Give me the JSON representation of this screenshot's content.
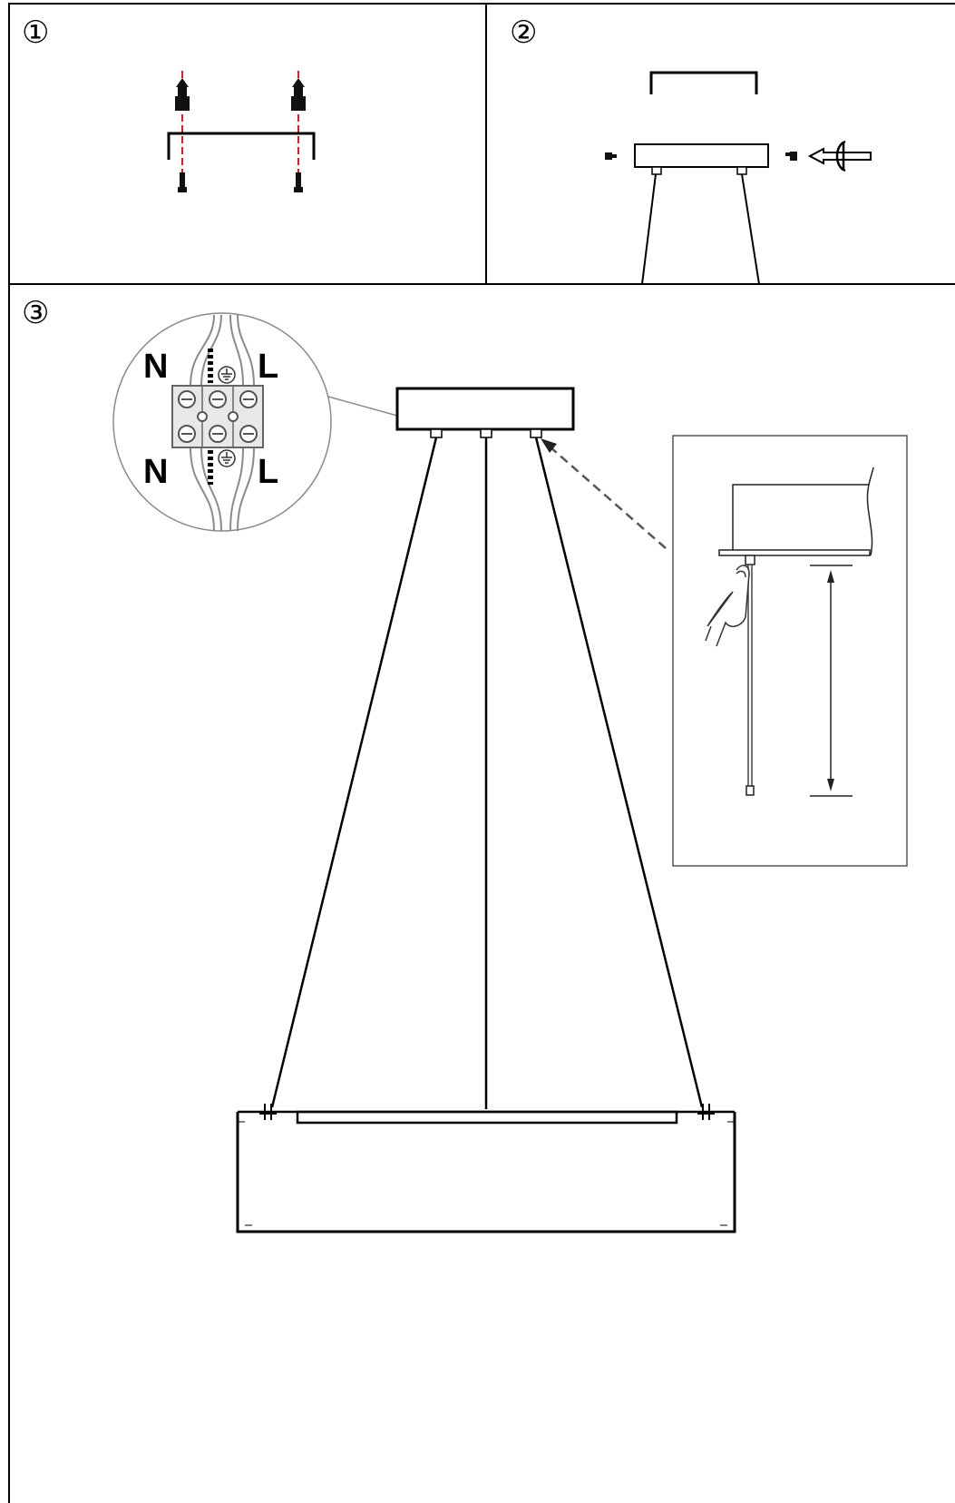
{
  "steps": [
    {
      "number": "①"
    },
    {
      "number": "②"
    },
    {
      "number": "③"
    }
  ],
  "terminal_labels": {
    "top_left": "N",
    "top_right": "L",
    "bottom_left": "N",
    "bottom_right": "L"
  },
  "colors": {
    "line": "#000000",
    "drill_guide": "#e01919",
    "light_gray": "#8a8a8a"
  },
  "icons": [
    "wall-anchor-icon",
    "screw-icon",
    "screw-direction-icon",
    "ground-symbol-icon",
    "finger-icon"
  ]
}
